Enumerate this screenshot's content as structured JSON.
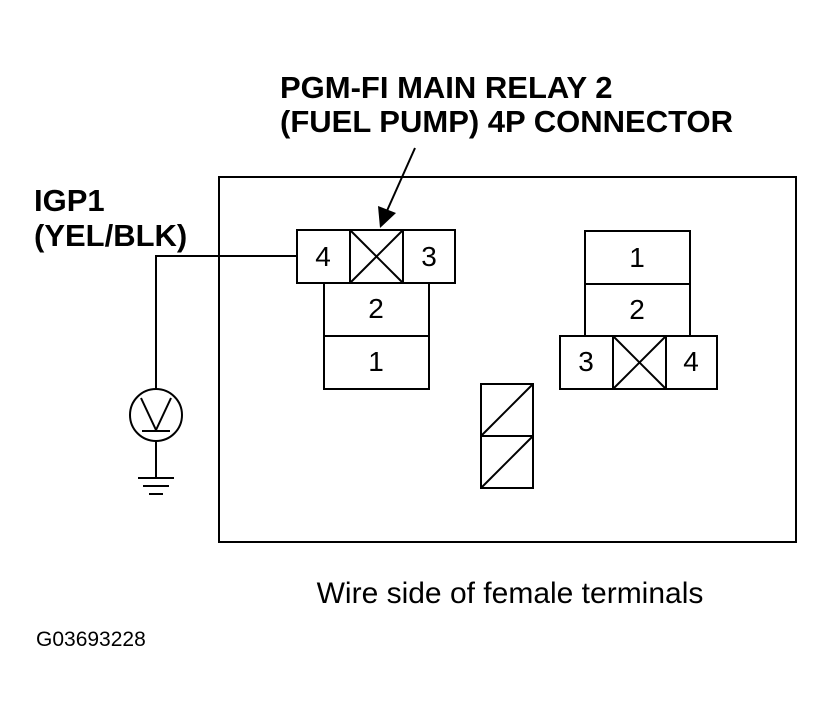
{
  "connector_title": {
    "line1": "PGM-FI MAIN RELAY 2",
    "line2": "(FUEL PUMP) 4P CONNECTOR"
  },
  "probe_wire": {
    "terminal": "IGP1",
    "wire_color": "(YEL/BLK)"
  },
  "left_connector": {
    "pin_4": "4",
    "pin_3": "3",
    "pin_2": "2",
    "pin_1": "1"
  },
  "right_connector": {
    "pin_1": "1",
    "pin_2": "2",
    "pin_3": "3",
    "pin_4": "4"
  },
  "caption": "Wire side of female terminals",
  "figure_id": "G03693228",
  "icons": [
    "voltmeter-icon",
    "ground-icon",
    "arrow-icon",
    "empty-cavity-icon"
  ],
  "colors": {
    "line": "#000000",
    "background": "#ffffff"
  }
}
